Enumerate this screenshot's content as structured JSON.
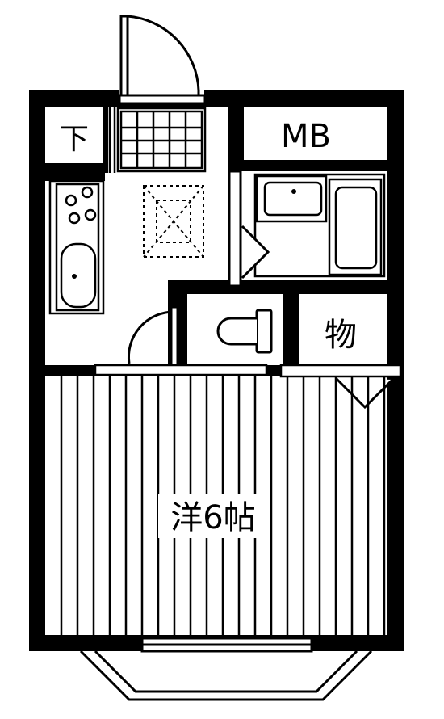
{
  "floorplan": {
    "rooms": {
      "shoe_closet": {
        "label": "下"
      },
      "meter_box": {
        "label": "MB"
      },
      "storage": {
        "label": "物"
      },
      "western_room": {
        "label": "洋6帖"
      }
    },
    "colors": {
      "wall": "#000000",
      "background": "#ffffff",
      "line": "#000000"
    }
  }
}
